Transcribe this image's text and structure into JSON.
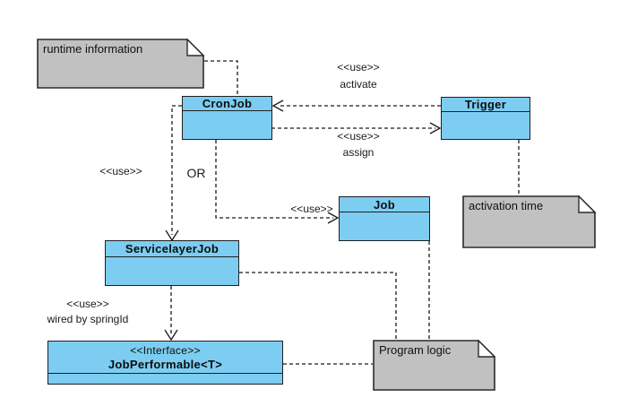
{
  "diagram_type": "uml-class-diagram",
  "classes": {
    "cronjob": {
      "name": "CronJob"
    },
    "trigger": {
      "name": "Trigger"
    },
    "job": {
      "name": "Job"
    },
    "servicelayerjob": {
      "name": "ServicelayerJob"
    },
    "jobperformable": {
      "stereotype": "<<Interface>>",
      "name": "JobPerformable<T>"
    }
  },
  "notes": {
    "runtime": {
      "text": "runtime information"
    },
    "activation": {
      "text": "activation time"
    },
    "program": {
      "text": "Program logic"
    }
  },
  "edge_labels": {
    "activate": {
      "stereotype": "<<use>>",
      "name": "activate"
    },
    "assign": {
      "stereotype": "<<use>>",
      "name": "assign"
    },
    "use_left": {
      "stereotype": "<<use>>"
    },
    "or": {
      "name": "OR"
    },
    "use_job": {
      "stereotype": "<<use>>"
    },
    "wired": {
      "stereotype": "<<use>>",
      "name": "wired by springId"
    }
  },
  "relationships": [
    {
      "from": "runtime information note",
      "to": "CronJob",
      "type": "anchor"
    },
    {
      "from": "CronJob",
      "to": "ServicelayerJob",
      "type": "dependency",
      "label": "<<use>>"
    },
    {
      "from": "CronJob",
      "to": "Job",
      "type": "dependency",
      "label": "<<use>> OR"
    },
    {
      "from": "Trigger",
      "to": "CronJob",
      "type": "dependency",
      "label": "<<use>> activate"
    },
    {
      "from": "CronJob",
      "to": "Trigger",
      "type": "dependency",
      "label": "<<use>> assign"
    },
    {
      "from": "Trigger",
      "to": "activation time note",
      "type": "anchor"
    },
    {
      "from": "ServicelayerJob",
      "to": "JobPerformable<T>",
      "type": "dependency",
      "label": "<<use>> wired by springId"
    },
    {
      "from": "ServicelayerJob",
      "to": "Program logic note",
      "type": "anchor"
    },
    {
      "from": "Job",
      "to": "Program logic note",
      "type": "anchor"
    },
    {
      "from": "JobPerformable<T>",
      "to": "Program logic note",
      "type": "anchor"
    }
  ],
  "colors": {
    "class_fill": "#7ccdf1",
    "note_fill": "#c1c1c1",
    "border": "#1f1f1f",
    "connector": "#1a1a1a",
    "background": "#ffffff"
  }
}
